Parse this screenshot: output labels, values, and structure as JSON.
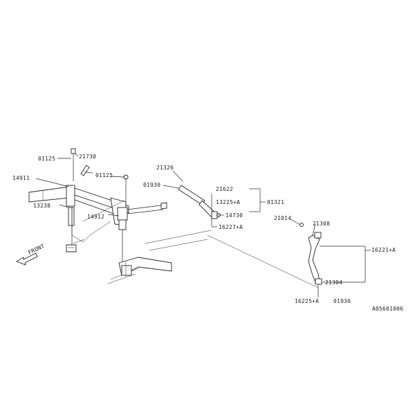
{
  "diagram": {
    "callouts": {
      "c01": "01125",
      "c02": "21730",
      "c03": "14911",
      "c04": "01125",
      "c05": "13238",
      "c06": "14912",
      "c07": "01930",
      "c08": "21326",
      "c09": "21622",
      "c10": "13225+A",
      "c11": "14730",
      "c12": "16227+A",
      "c13": "01321",
      "c14": "21014",
      "c15": "21308",
      "c16": "16221+A",
      "c17": "21304",
      "c18": "16225+A",
      "c19": "01930"
    },
    "front_label": "FRONT",
    "figure_code": "A05601006"
  }
}
